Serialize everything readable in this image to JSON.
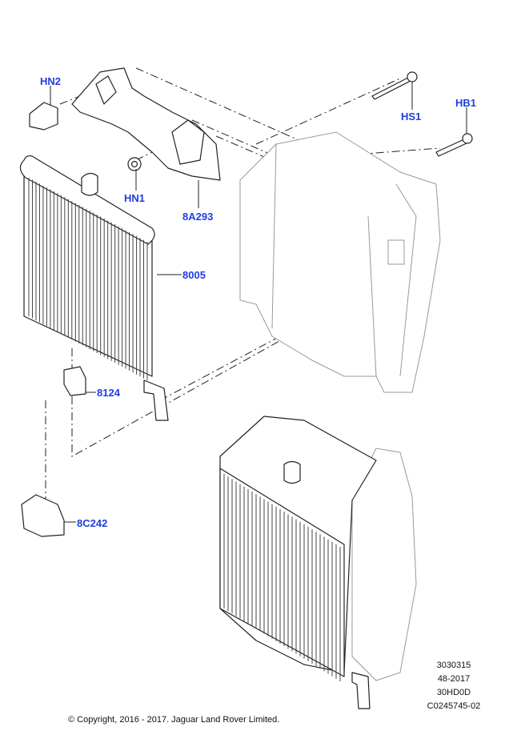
{
  "diagram": {
    "callouts": {
      "hn2": "HN2",
      "hs1": "HS1",
      "hb1": "HB1",
      "hn1": "HN1",
      "a8a293": "8A293",
      "a8005": "8005",
      "a8124": "8124",
      "a8c242": "8C242"
    },
    "stamp": [
      "3030315",
      "48-2017",
      "30HD0D",
      "C0245745-02"
    ],
    "copyright": "© Copyright, 2016 - 2017. Jaguar Land Rover Limited.",
    "colors": {
      "callout": "#1f3de0",
      "line": "#222222"
    }
  }
}
